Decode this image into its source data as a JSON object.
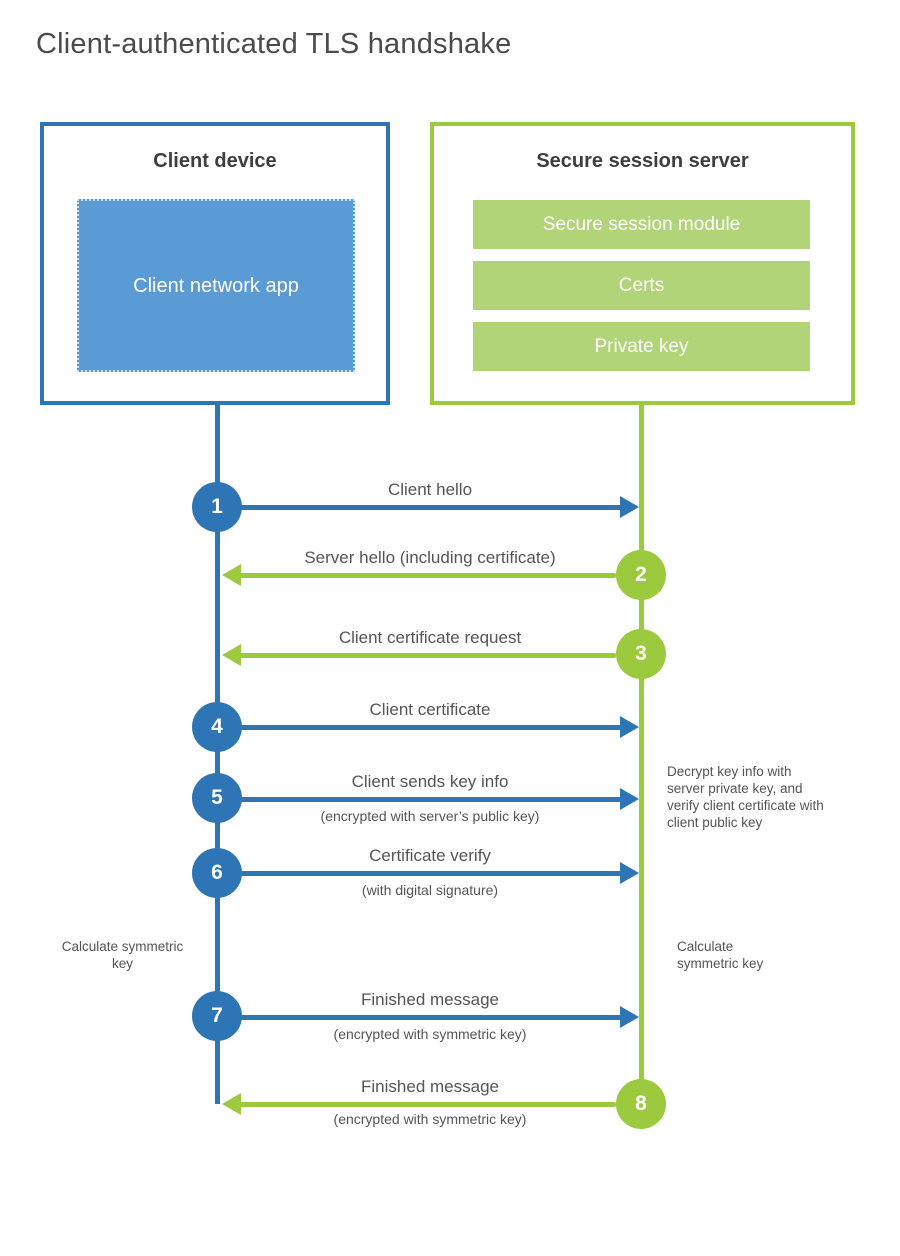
{
  "title": "Client-authenticated TLS handshake",
  "colors": {
    "blue": "#2e75b6",
    "blue_light": "#5b9bd5",
    "green": "#9cca3f",
    "green_light": "#b1d478",
    "text_gray": "#555555",
    "heading_gray": "#3e3e3e"
  },
  "client_box": {
    "title": "Client device",
    "app_label": "Client network app"
  },
  "server_box": {
    "title": "Secure session server",
    "modules": [
      "Secure session module",
      "Certs",
      "Private key"
    ]
  },
  "steps": [
    {
      "num": "1",
      "actor": "client",
      "direction": "right",
      "label": "Client hello",
      "sublabel": ""
    },
    {
      "num": "2",
      "actor": "server",
      "direction": "left",
      "label": "Server hello (including certificate)",
      "sublabel": ""
    },
    {
      "num": "3",
      "actor": "server",
      "direction": "left",
      "label": "Client certificate request",
      "sublabel": ""
    },
    {
      "num": "4",
      "actor": "client",
      "direction": "right",
      "label": "Client certificate",
      "sublabel": ""
    },
    {
      "num": "5",
      "actor": "client",
      "direction": "right",
      "label": "Client sends key info",
      "sublabel": "(encrypted with server’s public key)"
    },
    {
      "num": "6",
      "actor": "client",
      "direction": "right",
      "label": "Certificate verify",
      "sublabel": "(with digital signature)"
    },
    {
      "num": "7",
      "actor": "client",
      "direction": "right",
      "label": "Finished message",
      "sublabel": "(encrypted with symmetric key)"
    },
    {
      "num": "8",
      "actor": "server",
      "direction": "left",
      "label": "Finished message",
      "sublabel": "(encrypted with symmetric key)"
    }
  ],
  "annotations": {
    "decrypt_note": "Decrypt key info with server private key, and verify client certificate with client public key",
    "calculate_left": "Calculate symmetric key",
    "calculate_right": "Calculate symmetric key"
  }
}
